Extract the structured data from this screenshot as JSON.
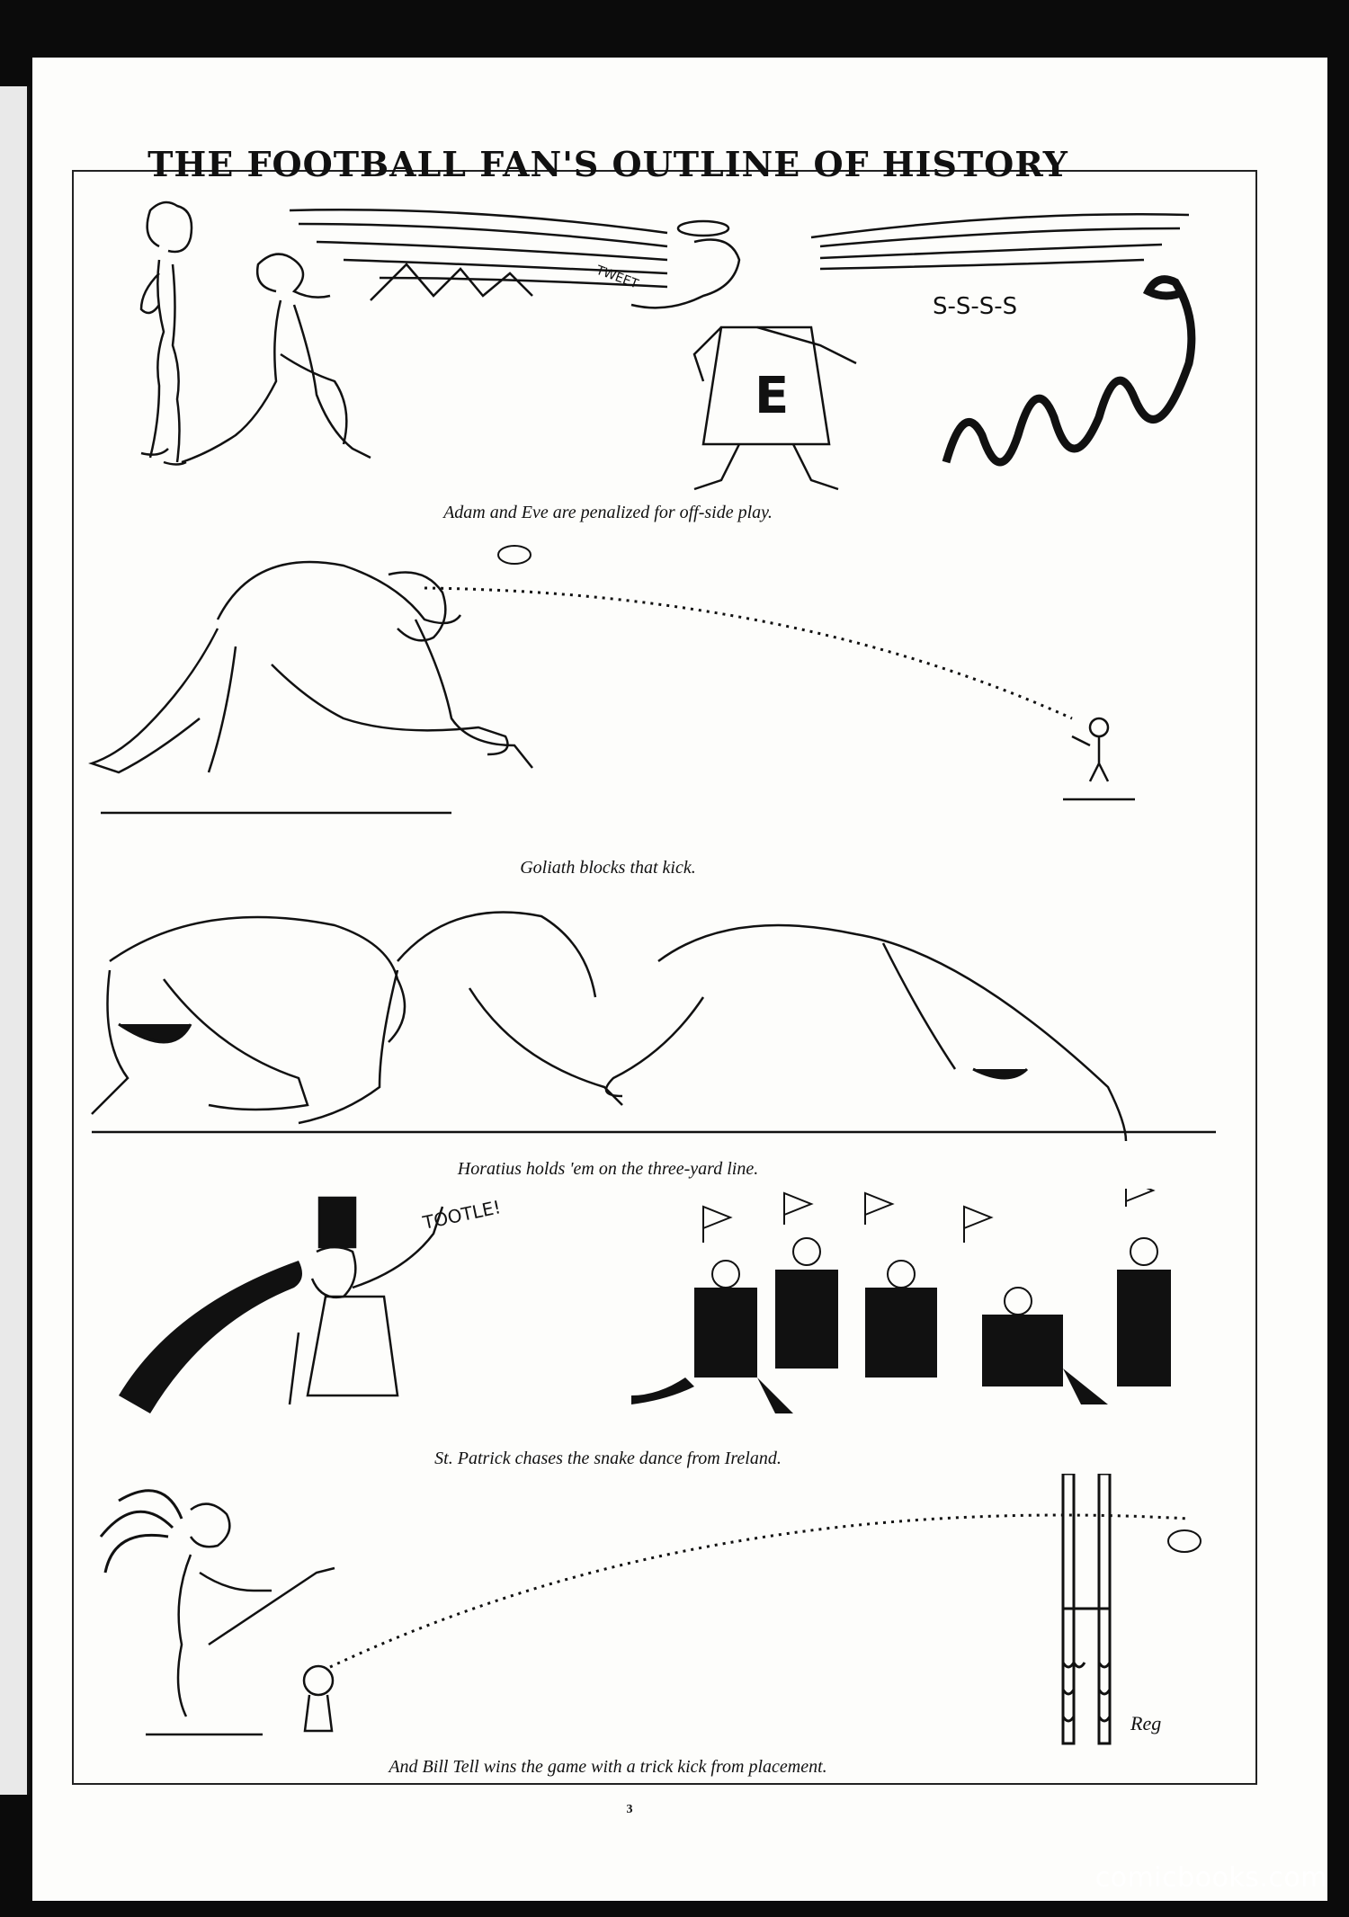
{
  "page": {
    "title": "THE FOOTBALL FAN'S OUTLINE OF HISTORY",
    "page_number": "3",
    "watermark": "comicbooks.com"
  },
  "panels": [
    {
      "caption": "Adam and Eve are penalized for off-side play.",
      "sounds": [
        "TWEET",
        "S-S-S-S"
      ],
      "jersey_letter": "E"
    },
    {
      "caption": "Goliath blocks that kick."
    },
    {
      "caption": "Horatius holds 'em on the three-yard line."
    },
    {
      "caption": "St. Patrick chases the snake dance from Ireland.",
      "sounds": [
        "TOOTLE!"
      ]
    },
    {
      "caption": "And Bill Tell wins the game with a trick kick from placement.",
      "signature": "Reg"
    }
  ]
}
